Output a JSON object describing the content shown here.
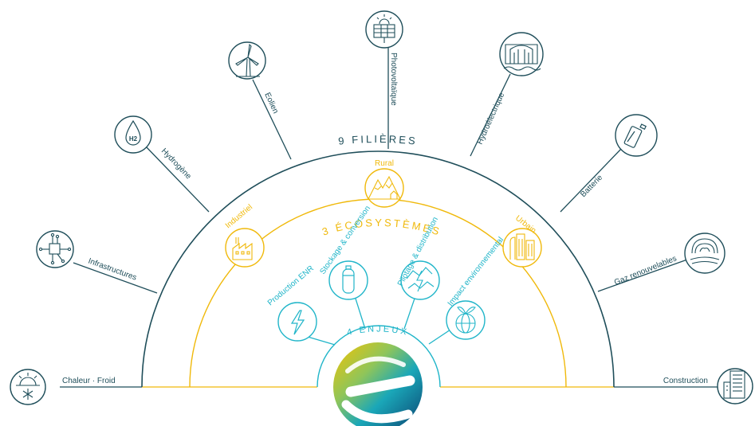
{
  "colors": {
    "teal_dark": "#1f4e5a",
    "yellow": "#f0b90b",
    "cyan": "#20b5c9",
    "logo_gradient": [
      "#f5c400",
      "#8fc55a",
      "#1aa7b8",
      "#0d6e91",
      "#0b3f6e"
    ]
  },
  "outer": {
    "title": "9 FILIÈRES",
    "items": [
      {
        "label": "Chaleur · Froid",
        "icon": "snowflake-sun-icon"
      },
      {
        "label": "Infrastructures",
        "icon": "circuit-icon"
      },
      {
        "label": "Hydrogène",
        "icon": "h2-drop-icon",
        "icon_text": "H2"
      },
      {
        "label": "Eolien",
        "icon": "wind-turbine-icon"
      },
      {
        "label": "Photovoltaïque",
        "icon": "solar-panel-icon"
      },
      {
        "label": "Hydroélectrique",
        "icon": "dam-icon"
      },
      {
        "label": "Batterie",
        "icon": "battery-icon"
      },
      {
        "label": "Gaz renouvelables",
        "icon": "biogas-plant-icon"
      },
      {
        "label": "Construction",
        "icon": "building-icon"
      }
    ]
  },
  "middle": {
    "title": "3 ÉCOSYSTÈMES",
    "items": [
      {
        "label": "Industriel",
        "icon": "factory-icon"
      },
      {
        "label": "Rural",
        "icon": "mountain-village-icon"
      },
      {
        "label": "Urbain",
        "icon": "city-icon"
      }
    ]
  },
  "inner": {
    "title": "4 ENJEUX",
    "items": [
      {
        "label": "Production ENR",
        "icon": "lightning-icon"
      },
      {
        "label": "Stockage & conversion",
        "icon": "gas-tank-icon"
      },
      {
        "label": "Pilotage & distribution",
        "icon": "cracked-network-icon"
      },
      {
        "label": "Impact environnemental",
        "icon": "globe-leaf-icon"
      }
    ]
  }
}
